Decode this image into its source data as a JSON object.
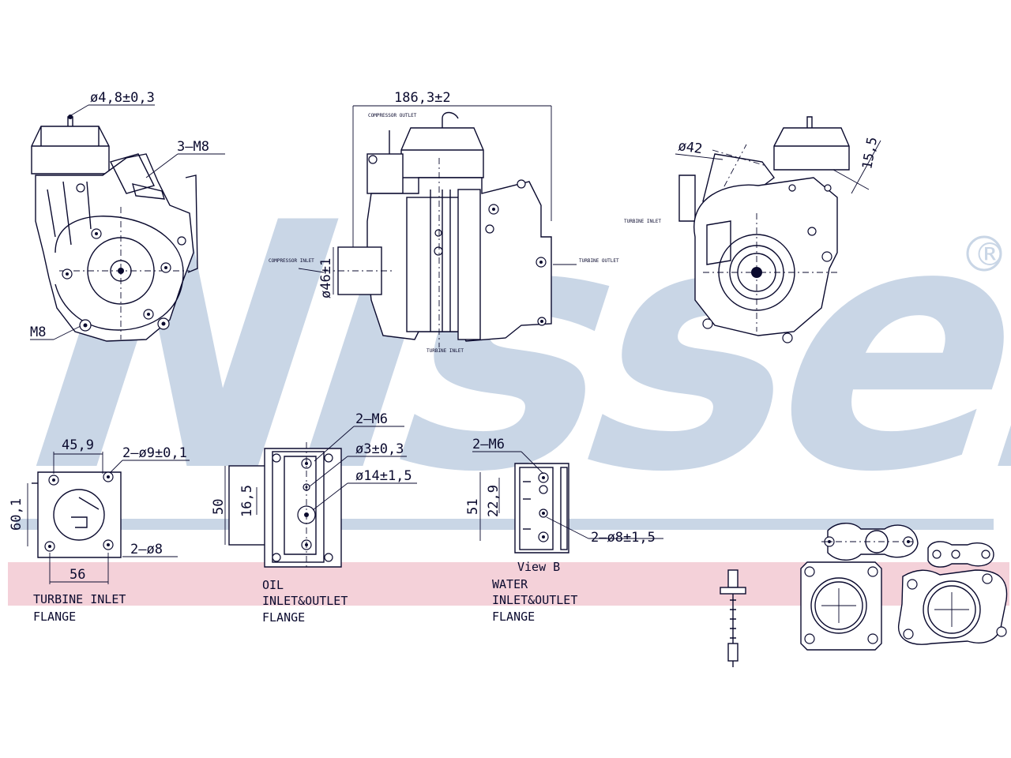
{
  "brand": {
    "watermark": "Nissens",
    "registered_mark": "®",
    "colors": {
      "watermark": "#c9d6e6",
      "band": "#f2c9d2",
      "ink": "#0a0a2e"
    }
  },
  "views": {
    "left": {
      "dims": {
        "vacuum_port": "ø4,8±0,3",
        "bolt_spec": "3–M8",
        "mount_thread": "M8"
      }
    },
    "middle": {
      "dims": {
        "overall_width": "186,3±2",
        "outlet_dia": "ø46±1"
      },
      "labels": {
        "compressor_outlet_top": "COMPRESSOR OUTLET",
        "compressor_inlet": "COMPRESSOR INLET",
        "turbine_outlet": "TURBINE OUTLET",
        "turbine_inlet": "TURBINE INLET"
      }
    },
    "right": {
      "dims": {
        "inlet_dia": "ø42",
        "height": "15,5"
      },
      "labels": {
        "turbine_inlet": "TURBINE INLET"
      }
    }
  },
  "flanges": {
    "turbine_inlet": {
      "dims": {
        "top_width": "45,9",
        "holes": "2–ø9±0,1",
        "height": "60,1",
        "studs": "2–ø8",
        "bottom_width": "56"
      },
      "caption": [
        "TURBINE  INLET",
        "FLANGE"
      ]
    },
    "oil": {
      "dims": {
        "threads": "2–M6",
        "small_hole": "ø3±0,3",
        "large_hole": "ø14±1,5",
        "outer_height": "50",
        "inner_height": "16,5"
      },
      "caption": [
        "OIL",
        "INLET&OUTLET",
        "FLANGE"
      ]
    },
    "water": {
      "dims": {
        "threads": "2–M6",
        "outer_height": "51",
        "inner_height": "22,9",
        "holes": "2–ø8±1,5"
      },
      "view_label": "View  B",
      "caption": [
        "WATER",
        "INLET&OUTLET",
        "FLANGE"
      ]
    }
  }
}
